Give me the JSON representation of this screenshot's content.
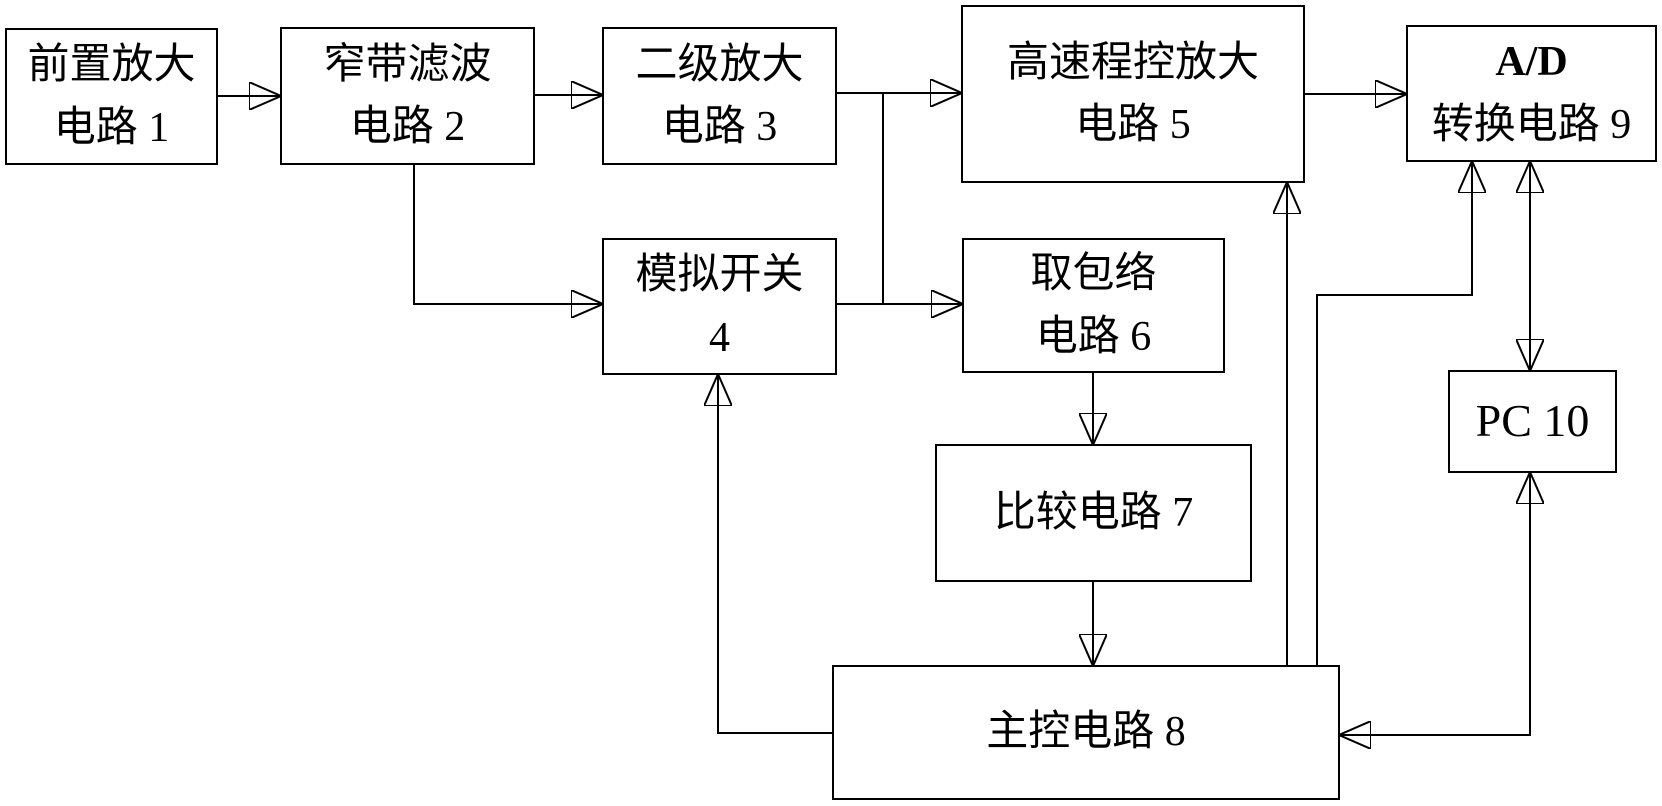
{
  "diagram": {
    "background_color": "#ffffff",
    "line_color": "#000000",
    "nodes": {
      "n1": {
        "line1": "前置放大",
        "line2": "电路 1"
      },
      "n2": {
        "line1": "窄带滤波",
        "line2": "电路 2"
      },
      "n3": {
        "line1": "二级放大",
        "line2": "电路 3"
      },
      "n4": {
        "line1": "模拟开关",
        "line2": "4"
      },
      "n5": {
        "line1": "高速程控放大",
        "line2": "电路 5"
      },
      "n6": {
        "line1": "取包络",
        "line2": "电路 6"
      },
      "n7": {
        "line1": "比较电路 7"
      },
      "n8": {
        "line1": "主控电路 8"
      },
      "n9": {
        "line1": "A/D",
        "line2": "转换电路 9"
      },
      "n10": {
        "line1": "PC 10"
      }
    },
    "edges": [
      {
        "from": "前置放大电路 1",
        "to": "窄带滤波电路 2",
        "direction": "one-way"
      },
      {
        "from": "窄带滤波电路 2",
        "to": "二级放大电路 3",
        "direction": "one-way"
      },
      {
        "from": "窄带滤波电路 2",
        "to": "模拟开关 4",
        "direction": "one-way"
      },
      {
        "from": "二级放大电路 3",
        "to": "高速程控放大电路 5",
        "direction": "one-way"
      },
      {
        "from": "模拟开关 4",
        "to": "取包络电路 6",
        "direction": "one-way"
      },
      {
        "from": "二级放大电路 3 输出线",
        "to": "模拟开关 4 输出线",
        "direction": "tie-junction"
      },
      {
        "from": "高速程控放大电路 5",
        "to": "A/D 转换电路 9",
        "direction": "one-way"
      },
      {
        "from": "取包络电路 6",
        "to": "比较电路 7",
        "direction": "one-way"
      },
      {
        "from": "比较电路 7",
        "to": "主控电路 8",
        "direction": "one-way"
      },
      {
        "from": "主控电路 8",
        "to": "模拟开关 4",
        "direction": "one-way"
      },
      {
        "from": "主控电路 8",
        "to": "高速程控放大电路 5",
        "direction": "one-way"
      },
      {
        "from": "主控电路 8",
        "to": "A/D 转换电路 9",
        "direction": "one-way"
      },
      {
        "from": "A/D 转换电路 9",
        "to": "PC 10",
        "direction": "two-way"
      },
      {
        "from": "PC 10",
        "to": "主控电路 8",
        "direction": "two-way"
      }
    ]
  }
}
